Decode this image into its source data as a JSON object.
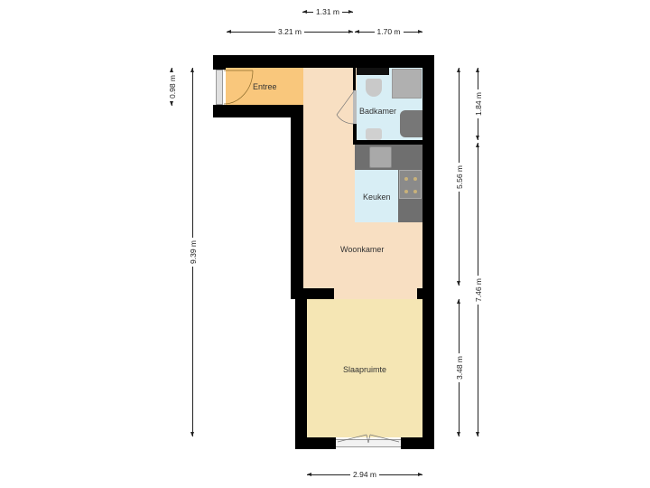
{
  "colors": {
    "wall": "#000000",
    "entree": "#f9c77c",
    "woonkamer": "#f8dfc2",
    "badkamer": "#d8eef5",
    "keuken": "#d8eef5",
    "slaapruimte": "#f5e6b4",
    "counter": "#6f6f6f",
    "fixture": "#b5b5b5"
  },
  "rooms": {
    "entree": {
      "label": "Entree"
    },
    "badkamer": {
      "label": "Badkamer"
    },
    "keuken": {
      "label": "Keuken"
    },
    "woonkamer": {
      "label": "Woonkamer"
    },
    "slaapruimte": {
      "label": "Slaapruimte"
    }
  },
  "dimensions": {
    "top_inner": "1.31 m",
    "top_left": "3.21 m",
    "top_right": "1.70 m",
    "bottom": "2.94 m",
    "left_entree": "0.98 m",
    "left_total": "9.39 m",
    "right_upper": "5.56 m",
    "right_lower": "3.48 m",
    "right_bath": "1.84 m",
    "right_total": "7.46 m"
  }
}
